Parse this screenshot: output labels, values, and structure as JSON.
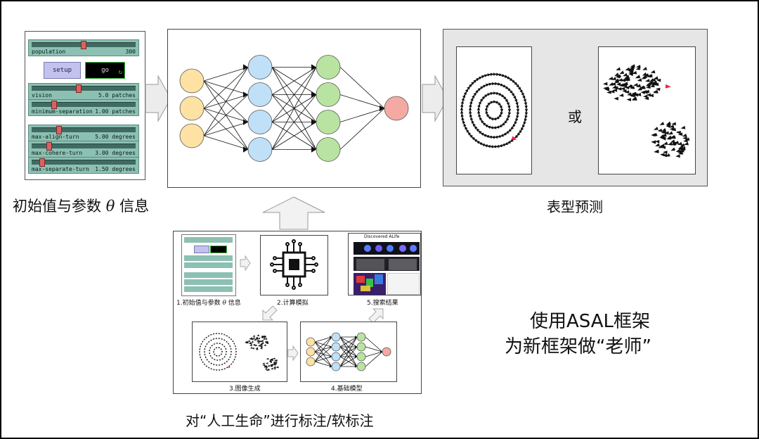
{
  "netlogo": {
    "population": {
      "label": "population",
      "value": "300",
      "level": 0.5
    },
    "setup_label": "setup",
    "go_label": "go",
    "vision": {
      "label": "vision",
      "value": "5.0 patches",
      "level": 0.45
    },
    "minimum_separation": {
      "label": "minimum-separation",
      "value": "1.00 patches",
      "level": 0.2
    },
    "max_align_turn": {
      "label": "max-align-turn",
      "value": "5.00 degrees",
      "level": 0.25
    },
    "max_cohere_turn": {
      "label": "max-cohere-turn",
      "value": "3.00 degrees",
      "level": 0.15
    },
    "max_separate_turn": {
      "label": "max-separate-turn",
      "value": "1.50 degrees",
      "level": 0.08
    }
  },
  "labels": {
    "initial_params": "初始值与参数",
    "theta": "θ",
    "info": "信息",
    "phenotype": "表型预测",
    "or": "或",
    "teacher_line1": "使用ASAL框架",
    "teacher_line2": "为新框架做“老师”",
    "annotate": "对“人工生命”进行标注/软标注"
  },
  "inset": {
    "step1": "1.初始值与参数",
    "step1_theta": "θ",
    "step1_info": "信息",
    "step2": "2.计算模拟",
    "step3": "3.图像生成",
    "step4": "4.基础模型",
    "step5": "5.搜索结果",
    "discovered": "Discovered ALife"
  },
  "network": {
    "layers": [
      3,
      4,
      4,
      1
    ],
    "colors": [
      "#fde2a4",
      "#bfe0f7",
      "#b9e3a1",
      "#f5a9a3"
    ]
  },
  "colors": {
    "slider": "#8cc0b3",
    "setup": "#c3c2ee",
    "prediction_bg": "#e6e6e6",
    "highlight": "#e8294a"
  }
}
